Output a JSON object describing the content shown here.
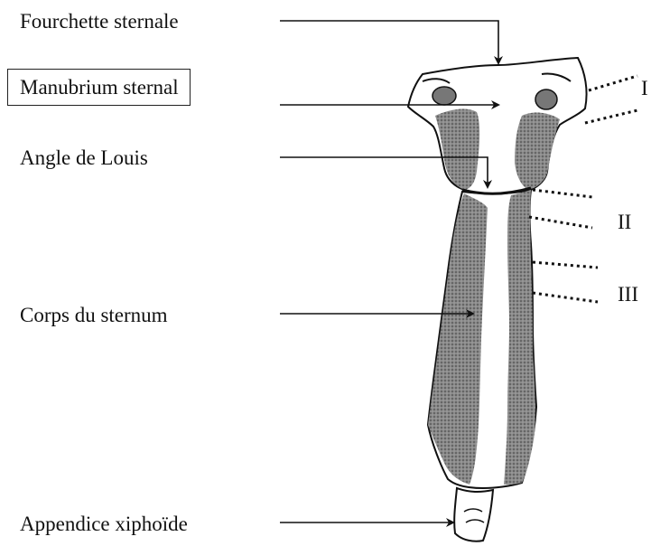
{
  "labels": {
    "fourchette": "Fourchette sternale",
    "manubrium": "Manubrium sternal",
    "angle": "Angle de Louis",
    "corps": "Corps du sternum",
    "xiphoide": "Appendice xiphoïde"
  },
  "rib_labels": {
    "first": "I",
    "second": "II",
    "third": "III"
  },
  "colors": {
    "line": "#111111",
    "cartilage_shading": "#7a7a7a",
    "bone_fill": "#ffffff"
  }
}
